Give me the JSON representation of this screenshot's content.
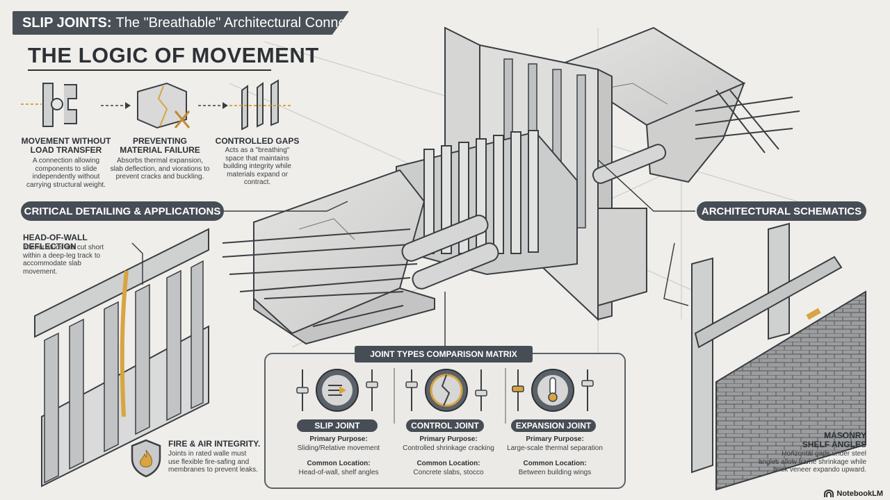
{
  "header": {
    "title_bold": "SLIP JOINTS:",
    "title_rest": "The \"Breathable\" Architectural Connection"
  },
  "logic": {
    "title": "THE LOGIC OF MOVEMENT",
    "items": [
      {
        "head": "MOVEMENT WITHOUT\nLOAD TRANSFER",
        "desc": "A connection allowing\ncomponents to slide\nindependently without\ncarrying structural weight."
      },
      {
        "head": "PREVENTING\nMATERIAL FAILURE",
        "desc": "Absorbs thermal expansion,\nslab deflection, and viorations to\nprevent cracks and buckling."
      },
      {
        "head": "CONTROLLED GAPS",
        "desc": "Acts as a \"breathing\"\nspace that maintains\nbuilding integrity while\nmaterials expand or\ncontract."
      }
    ]
  },
  "sections": {
    "critical": "CRITICAL DETAILING & APPLICATIONS",
    "schematics": "ARCHITECTURAL SCHEMATICS"
  },
  "head_of_wall": {
    "head": "HEAD-OF-WALL DEFLECTION",
    "desc": "Interior studs are cut short\nwithin a deep-leg track to\naccommodate slab\nmovement."
  },
  "fire": {
    "head": "FIRE & AIR INTEGRITY.",
    "desc": "Joints in rated walle must\nuse flexible fire-safing and\nmembranes to prevent leaks."
  },
  "masonry": {
    "head": "MASONRY\nSHELF ANGLES",
    "desc": "Horizontal gaps under steel\nangles allow frame shrinkage while\nbrick veneer expando upward."
  },
  "matrix": {
    "title": "JOINT TYPES COMPARISON MATRIX",
    "purpose_label": "Primary Purpose:",
    "location_label": "Common Location:",
    "columns": [
      {
        "name": "SLIP JOINT",
        "purpose": "Sliding/Relative movement",
        "location": "Head-of-wall, shelf angles"
      },
      {
        "name": "CONTROL JOINT",
        "purpose": "Controlled shrinkage cracking",
        "location": "Concrete slabs, stocco"
      },
      {
        "name": "EXPANSION JOINT",
        "purpose": "Large-scale thermal separation",
        "location": "Between building wings"
      }
    ]
  },
  "footer": {
    "brand": "NotebookLM"
  },
  "colors": {
    "accent": "#d9a441",
    "dark": "#474d54",
    "background": "#efeeea"
  },
  "icons": [
    "slip-icon",
    "crack-icon",
    "thermometer-icon",
    "flame-shield-icon",
    "notebooklm-icon"
  ]
}
